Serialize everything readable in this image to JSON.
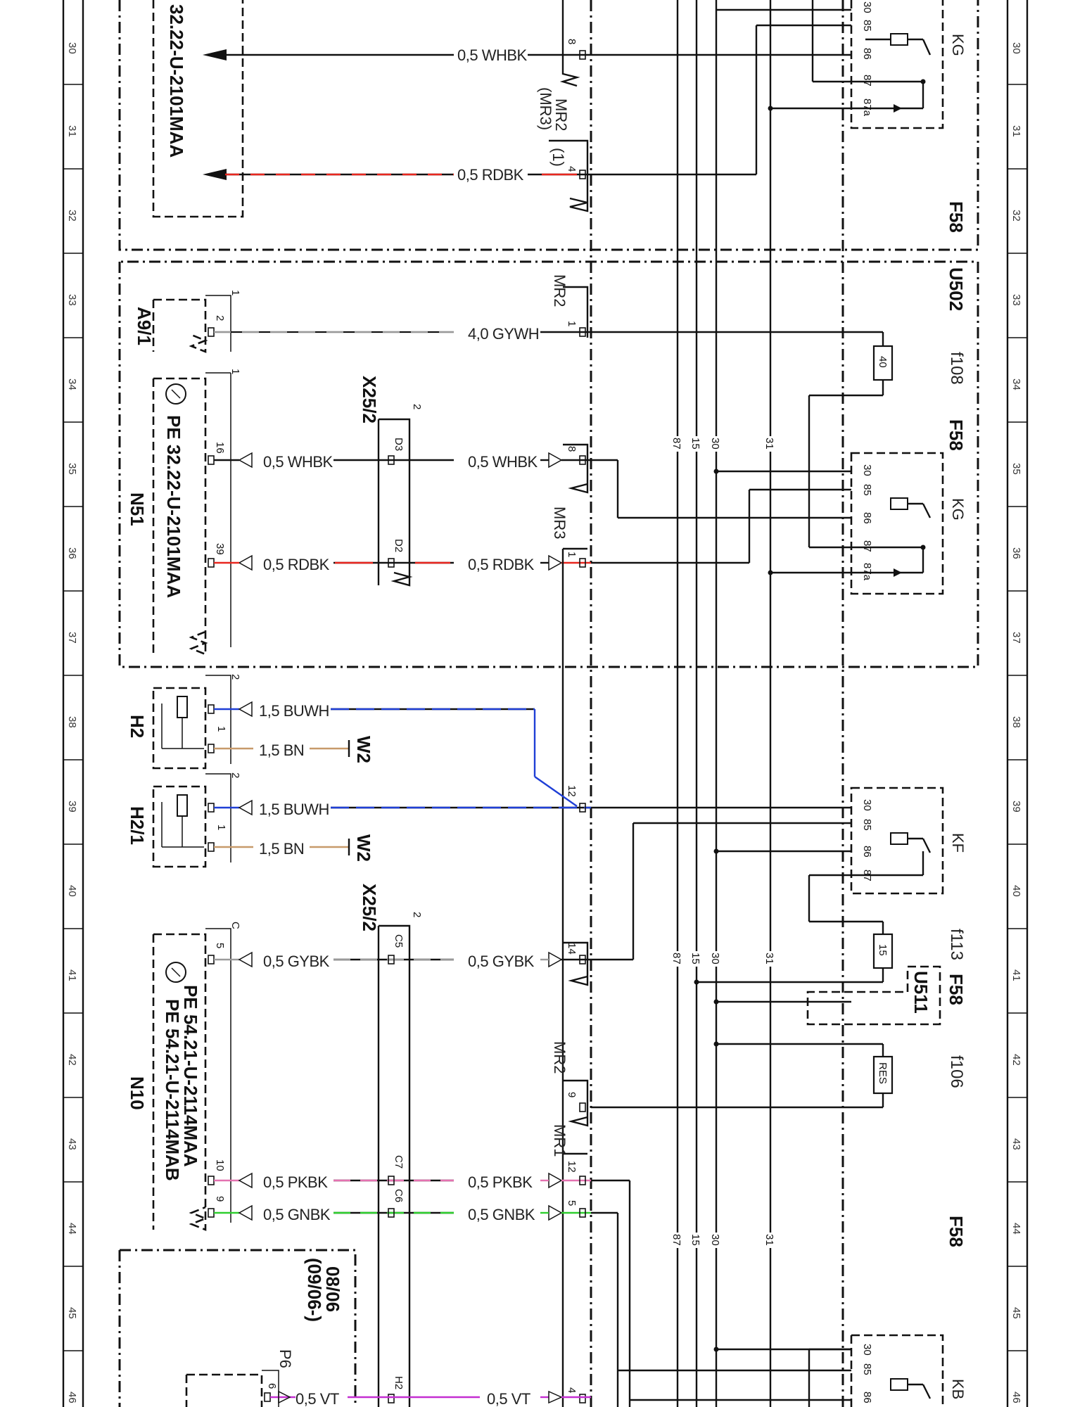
{
  "rows": [
    "30",
    "31",
    "32",
    "33",
    "34",
    "35",
    "36",
    "37",
    "38",
    "39",
    "40",
    "41",
    "42",
    "43",
    "44",
    "45",
    "46"
  ],
  "components": {
    "n51_upper_ref": "32.22-U-2101MAA",
    "a9_1": "A9/1",
    "n51": "N51",
    "n51_ref": "PE  32.22-U-2101MAA",
    "x25_2": "X25/2",
    "h2": "H2",
    "h2_1": "H2/1",
    "w2": "W2",
    "n10": "N10",
    "n10_ref1": "PE  54.21-U-2114MAA",
    "n10_ref2": "PE  54.21-U-2114MAB",
    "date_note_a": "08/06",
    "date_note_b": "(09/06-)",
    "p6": "P6",
    "f58": "F58",
    "u502": "U502",
    "u511": "U511",
    "f108": "f108",
    "f113": "f113",
    "f106": "f106",
    "kg": "KG",
    "kf": "KF",
    "kb": "KB",
    "fuse_40": "40",
    "fuse_15": "15",
    "fuse_res": "RES",
    "mr2": "MR2",
    "mr2_mr3": "(MR3)",
    "mr3": "MR3",
    "mr1": "MR1",
    "paren_1": "(1)"
  },
  "wires": {
    "w1": "0,5 WHBK",
    "w2": "0,5 RDBK",
    "w3": "4,0 GYWH",
    "w4": "0,5 WHBK",
    "w5": "0,5 WHBK",
    "w6": "0,5 RDBK",
    "w7": "0,5 RDBK",
    "w8": "1,5 BUWH",
    "w9": "1,5 BN",
    "w10": "1,5 BUWH",
    "w11": "1,5 BN",
    "w12": "0,5 GYBK",
    "w13": "0,5 GYBK",
    "w14": "0,5 PKBK",
    "w15": "0,5 PKBK",
    "w16": "0,5 GNBK",
    "w17": "0,5 GNBK",
    "w18": "0,5 VT",
    "w19": "0,5 VT"
  },
  "bus_labels": {
    "b87": "87",
    "b15": "15",
    "b30": "30",
    "b31": "31"
  },
  "pins": {
    "p8a": "8",
    "p4": "4",
    "p1a": "1",
    "p1b": "1",
    "p2a": "2",
    "p1c": "1",
    "p16": "16",
    "p39": "39",
    "p2b": "2",
    "pd3": "D3",
    "pd2": "D2",
    "p8b": "8",
    "p1d": "1",
    "p2c": "2",
    "p1e": "1",
    "p2d": "2",
    "p1f": "1",
    "p12a": "12",
    "pc": "C",
    "p5a": "5",
    "p2e": "2",
    "pc5": "C5",
    "p14": "14",
    "p9a": "9",
    "p10": "10",
    "p9b": "9",
    "pc7": "C7",
    "pc6": "C6",
    "p12b": "12",
    "p5b": "5",
    "p6": "6",
    "ph2": "H2",
    "p4b": "4",
    "r30": "30",
    "r85": "85",
    "r86": "86",
    "r87": "87",
    "r87a": "87a"
  },
  "colors": {
    "red": "#e8271f",
    "blue": "#1f3fd6",
    "brown": "#c79a6a",
    "gray": "#9a9a9a",
    "pink": "#e472b0",
    "green": "#2fcf2f",
    "violet": "#c42fd1"
  }
}
